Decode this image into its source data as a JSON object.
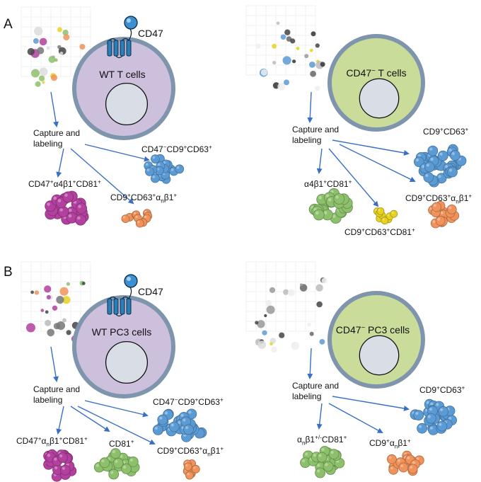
{
  "panels": [
    {
      "letter": "A",
      "wt": {
        "cell_label": "WT T cells",
        "marker": "CD47",
        "capture": [
          "Capture and",
          "labeling"
        ],
        "groups": [
          {
            "label": [
              [
                "CD47",
                ""
              ],
              [
                "−",
                "sup"
              ],
              [
                "CD9",
                ""
              ],
              [
                "+",
                "sup"
              ],
              [
                "CD63",
                ""
              ],
              [
                "+",
                "sup"
              ]
            ],
            "color": "#5b9bd5"
          },
          {
            "label": [
              [
                "CD47",
                ""
              ],
              [
                "+",
                "sup"
              ],
              [
                "α4β1",
                ""
              ],
              [
                "+",
                "sup"
              ],
              [
                "CD81",
                ""
              ],
              [
                "+",
                "sup"
              ]
            ],
            "color": "#b3409e"
          },
          {
            "label": [
              [
                "CD9",
                ""
              ],
              [
                "+",
                "sup"
              ],
              [
                "CD63",
                ""
              ],
              [
                "+",
                "sup"
              ],
              [
                "α",
                ""
              ],
              [
                "n",
                "sub"
              ],
              [
                "β1",
                ""
              ],
              [
                "+",
                "sup"
              ]
            ],
            "color": "#f0925a"
          }
        ]
      },
      "ko": {
        "cell_label": [
          [
            "CD47",
            ""
          ],
          [
            "−",
            "sup"
          ],
          [
            " T cells",
            ""
          ]
        ],
        "capture": [
          "Capture and",
          "labeling"
        ],
        "groups": [
          {
            "label": [
              [
                "CD9",
                ""
              ],
              [
                "+",
                "sup"
              ],
              [
                "CD63",
                ""
              ],
              [
                "+",
                "sup"
              ]
            ],
            "color": "#5b9bd5"
          },
          {
            "label": [
              [
                "α4β1",
                ""
              ],
              [
                "+",
                "sup"
              ],
              [
                "CD81",
                ""
              ],
              [
                "+",
                "sup"
              ]
            ],
            "color": "#8cc06a"
          },
          {
            "label": [
              [
                "CD9",
                ""
              ],
              [
                "+",
                "sup"
              ],
              [
                "CD63",
                ""
              ],
              [
                "+",
                "sup"
              ],
              [
                "CD81",
                ""
              ],
              [
                "+",
                "sup"
              ]
            ],
            "color": "#e6d21e"
          },
          {
            "label": [
              [
                "CD9",
                ""
              ],
              [
                "+",
                "sup"
              ],
              [
                "CD63",
                ""
              ],
              [
                "+",
                "sup"
              ],
              [
                "α",
                ""
              ],
              [
                "n",
                "sub"
              ],
              [
                "β1",
                ""
              ],
              [
                "+",
                "sup"
              ]
            ],
            "color": "#f0925a"
          }
        ]
      }
    },
    {
      "letter": "B",
      "wt": {
        "cell_label": "WT PC3 cells",
        "marker": "CD47",
        "capture": [
          "Capture and",
          "labeling"
        ],
        "groups": [
          {
            "label": [
              [
                "CD47",
                ""
              ],
              [
                "−",
                "sup"
              ],
              [
                "CD9",
                ""
              ],
              [
                "+",
                "sup"
              ],
              [
                "CD63",
                ""
              ],
              [
                "+",
                "sup"
              ]
            ],
            "color": "#5b9bd5"
          },
          {
            "label": [
              [
                "CD47",
                ""
              ],
              [
                "+",
                "sup"
              ],
              [
                "α",
                ""
              ],
              [
                "n",
                "sub"
              ],
              [
                "β1",
                ""
              ],
              [
                "+",
                "sup"
              ],
              [
                "CD81",
                ""
              ],
              [
                "+",
                "sup"
              ]
            ],
            "color": "#b3409e"
          },
          {
            "label": [
              [
                "CD81",
                ""
              ],
              [
                "+",
                "sup"
              ]
            ],
            "color": "#8cc06a"
          },
          {
            "label": [
              [
                "CD9",
                ""
              ],
              [
                "+",
                "sup"
              ],
              [
                "CD63",
                ""
              ],
              [
                "+",
                "sup"
              ],
              [
                "α",
                ""
              ],
              [
                "n",
                "sub"
              ],
              [
                "β1",
                ""
              ],
              [
                "+",
                "sup"
              ]
            ],
            "color": "#f0925a"
          }
        ]
      },
      "ko": {
        "cell_label": [
          [
            "CD47",
            ""
          ],
          [
            "−",
            "sup"
          ],
          [
            " PC3 cells",
            ""
          ]
        ],
        "capture": [
          "Capture and",
          "labeling"
        ],
        "groups": [
          {
            "label": [
              [
                "CD9",
                ""
              ],
              [
                "+",
                "sup"
              ],
              [
                "CD63",
                ""
              ],
              [
                "+",
                "sup"
              ]
            ],
            "color": "#5b9bd5"
          },
          {
            "label": [
              [
                "α",
                ""
              ],
              [
                "n",
                "sub"
              ],
              [
                "β1",
                ""
              ],
              [
                "+/-",
                "sup"
              ],
              [
                "CD81",
                ""
              ],
              [
                "+",
                "sup"
              ]
            ],
            "color": "#8cc06a"
          },
          {
            "label": [
              [
                "CD9",
                ""
              ],
              [
                "+",
                "sup"
              ],
              [
                "α",
                ""
              ],
              [
                "n",
                "sub"
              ],
              [
                "β1",
                ""
              ],
              [
                "+",
                "sup"
              ]
            ],
            "color": "#f0925a"
          }
        ]
      }
    }
  ],
  "colors": {
    "wt_cytoplasm": "#cdc0dd",
    "ko_cytoplasm": "#c9dc9a",
    "membrane": "#7e95ad",
    "nucleus": "#d8dde6",
    "arrow": "#3a6fc4",
    "receptor": "#2a7fb8"
  }
}
